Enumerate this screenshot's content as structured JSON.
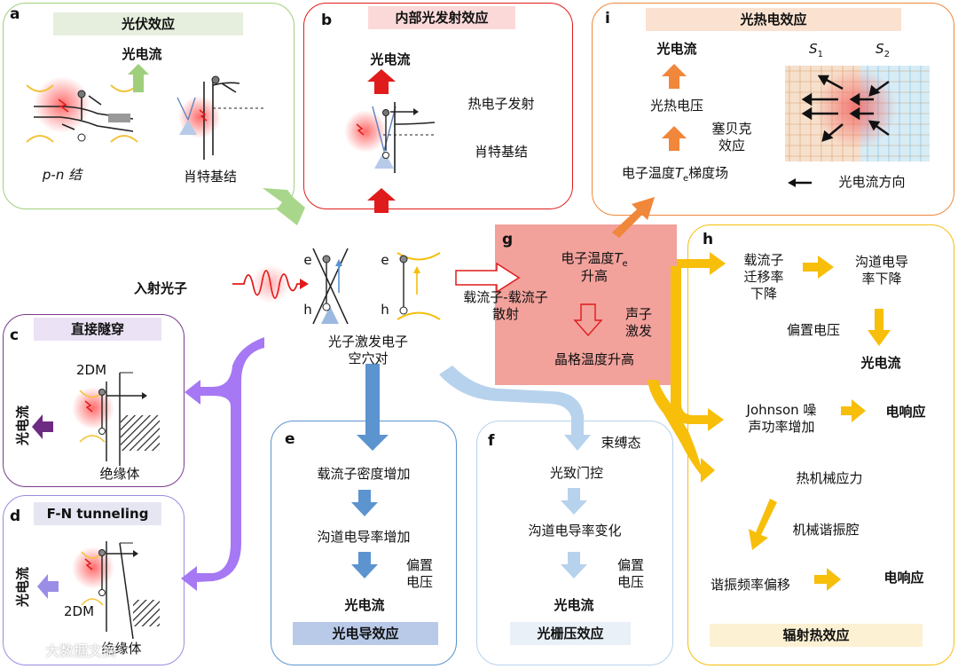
{
  "colors": {
    "green": "#9fcf7b",
    "red": "#e01b1b",
    "orange": "#f0873a",
    "yellow": "#f7be0a",
    "purple": "#9b6cf2",
    "blue": "#5b94cf",
    "lightblue": "#b7d2ec",
    "salmon": "#f2a19b"
  },
  "panel_a": {
    "tag": "a",
    "title": "光伏效应",
    "current": "光电流",
    "pn": "p-n 结",
    "schottky": "肖特基结"
  },
  "panel_b": {
    "tag": "b",
    "title": "内部光发射效应",
    "current": "光电流",
    "emission": "热电子发射",
    "schottky": "肖特基结"
  },
  "panel_i": {
    "tag": "i",
    "title": "光热电效应",
    "current": "光电流",
    "voltage": "光热电压",
    "seebeck": "塞贝克\n效应",
    "gradient_prefix": "电子温度",
    "gradient_var": "T",
    "gradient_sub": "e",
    "gradient_suffix": "梯度场",
    "s1": "S",
    "s1_sub": "1",
    "s2": "S",
    "s2_sub": "2",
    "direction": "光电流方向"
  },
  "center": {
    "photon": "入射光子",
    "e": "e",
    "h": "h",
    "pair": "光子激发电子\n空穴对",
    "scatter": "载流子-载流子\n散射"
  },
  "panel_g": {
    "tag": "g",
    "te_prefix": "电子温度",
    "te_var": "T",
    "te_sub": "e",
    "rise": "升高",
    "phonon": "声子\n激发",
    "lattice": "晶格温度升高"
  },
  "panel_h": {
    "tag": "h",
    "mobility": "载流子\n迁移率\n下降",
    "conductance": "沟道电导\n率下降",
    "bias": "偏置电压",
    "current": "光电流",
    "johnson": "Johnson 噪\n声功率增加",
    "response1": "电响应",
    "stress": "热机械应力",
    "resonator": "机械谐振腔",
    "shift": "谐振频率偏移",
    "response2": "电响应",
    "footer": "辐射热效应"
  },
  "panel_c": {
    "tag": "c",
    "title": "直接隧穿",
    "material": "2DM",
    "current": "光电流",
    "insulator": "绝缘体"
  },
  "panel_d": {
    "tag": "d",
    "title": "F-N tunneling",
    "material": "2DM",
    "current": "光电流",
    "insulator": "绝缘体"
  },
  "panel_e": {
    "tag": "e",
    "step1": "载流子密度增加",
    "step2": "沟道电导率增加",
    "bias": "偏置\n电压",
    "current": "光电流",
    "footer": "光电导效应"
  },
  "panel_f": {
    "tag": "f",
    "bound": "束缚态",
    "gating": "光致门控",
    "step2": "沟道电导率变化",
    "bias": "偏置\n电压",
    "current": "光电流",
    "footer": "光栅压效应"
  },
  "watermark": "大数据文摘"
}
